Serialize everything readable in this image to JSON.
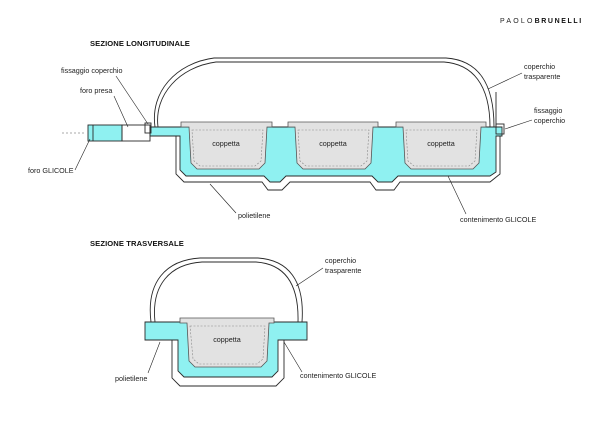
{
  "brand": {
    "light": "PAOLO",
    "bold": "BRUNELLI"
  },
  "colors": {
    "glycol": "#8ff1f1",
    "cup": "#e2e2e2",
    "line": "#2a2a2a"
  },
  "longitudinal": {
    "title": "SEZIONE LONGITUDINALE",
    "cup_labels": [
      "coppetta",
      "coppetta",
      "coppetta"
    ],
    "lid_label": [
      "coperchio",
      "trasparente"
    ],
    "lid_fix_left": "fissaggio coperchio",
    "grip_hole": "foro presa",
    "glycol_hole": "foro GLICOLE",
    "lid_fix_right": [
      "fissaggio",
      "coperchio"
    ],
    "material": "polietilene",
    "container": "contenimento GLICOLE"
  },
  "transversal": {
    "title": "SEZIONE TRASVERSALE",
    "cup_label": "coppetta",
    "lid_label": [
      "coperchio",
      "trasparente"
    ],
    "material": "polietilene",
    "container": "contenimento GLICOLE"
  }
}
